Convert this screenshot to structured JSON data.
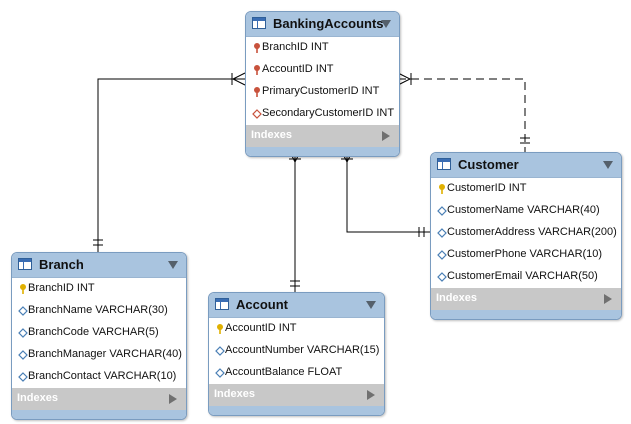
{
  "tables": {
    "banking_accounts": {
      "name": "BankingAccounts",
      "columns": [
        {
          "text": "BranchID INT",
          "icon": "red-key"
        },
        {
          "text": "AccountID INT",
          "icon": "red-key"
        },
        {
          "text": "PrimaryCustomerID INT",
          "icon": "red-key"
        },
        {
          "text": "SecondaryCustomerID INT",
          "icon": "red-diamond"
        }
      ],
      "indexes_label": "Indexes"
    },
    "customer": {
      "name": "Customer",
      "columns": [
        {
          "text": "CustomerID INT",
          "icon": "yellow-key"
        },
        {
          "text": "CustomerName VARCHAR(40)",
          "icon": "diamond"
        },
        {
          "text": "CustomerAddress VARCHAR(200)",
          "icon": "diamond"
        },
        {
          "text": "CustomerPhone VARCHAR(10)",
          "icon": "diamond"
        },
        {
          "text": "CustomerEmail VARCHAR(50)",
          "icon": "diamond"
        }
      ],
      "indexes_label": "Indexes"
    },
    "branch": {
      "name": "Branch",
      "columns": [
        {
          "text": "BranchID INT",
          "icon": "yellow-key"
        },
        {
          "text": "BranchName VARCHAR(30)",
          "icon": "diamond"
        },
        {
          "text": "BranchCode VARCHAR(5)",
          "icon": "diamond"
        },
        {
          "text": "BranchManager VARCHAR(40)",
          "icon": "diamond"
        },
        {
          "text": "BranchContact VARCHAR(10)",
          "icon": "diamond"
        }
      ],
      "indexes_label": "Indexes"
    },
    "account": {
      "name": "Account",
      "columns": [
        {
          "text": "AccountID INT",
          "icon": "yellow-key"
        },
        {
          "text": "AccountNumber VARCHAR(15)",
          "icon": "diamond"
        },
        {
          "text": "AccountBalance FLOAT",
          "icon": "diamond"
        }
      ],
      "indexes_label": "Indexes"
    }
  },
  "colors": {
    "header": "#a9c4df",
    "border": "#7a9cc0",
    "indexes_bar": "#c8c8c8",
    "connector": "#000000"
  }
}
